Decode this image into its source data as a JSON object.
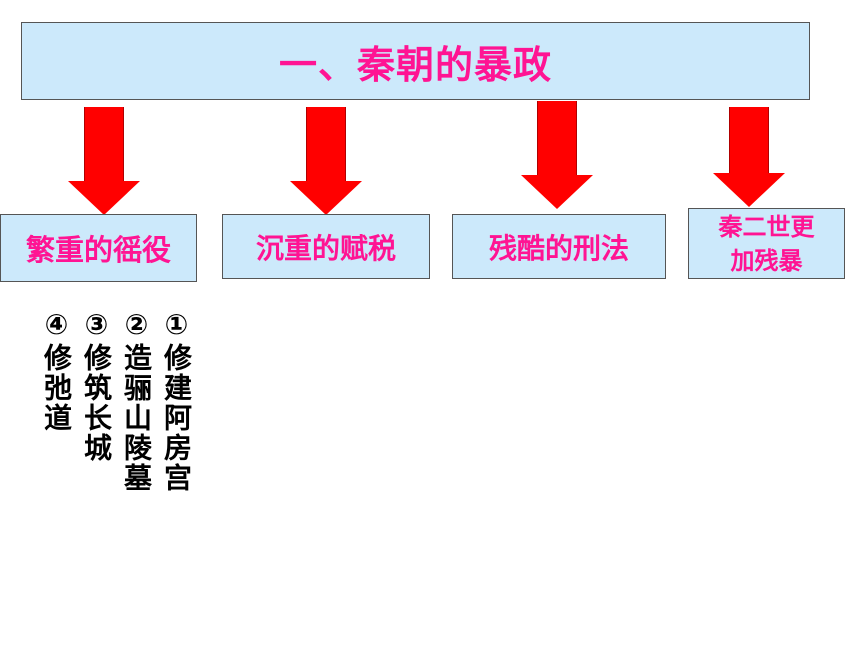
{
  "title": "一、秦朝的暴政",
  "categories": [
    {
      "label": "繁重的徭役"
    },
    {
      "label": "沉重的赋税"
    },
    {
      "label": "残酷的刑法"
    },
    {
      "label": "秦二世更加残暴",
      "line1": "秦二世更",
      "line2": "加残暴"
    }
  ],
  "corvee_items": [
    "①修建阿房宫",
    "②造骊山陵墓",
    "③修筑长城",
    "④修弛道"
  ],
  "colors": {
    "title_text": "#ff1493",
    "box_fill": "#cce9fb",
    "arrow": "#ff0000",
    "list_text": "#000000"
  }
}
